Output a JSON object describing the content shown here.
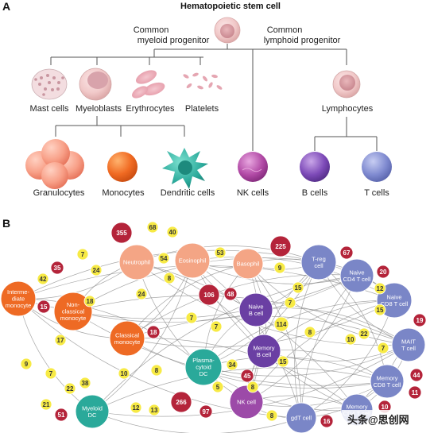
{
  "panel_a": {
    "letter": "A",
    "title": "Hematopoietic stem cell",
    "common_myeloid": [
      "Common",
      "myeloid progenitor"
    ],
    "common_lymphoid": [
      "Common",
      "lymphoid progenitor"
    ],
    "labels": {
      "mast": "Mast cells",
      "myeloblasts": "Myeloblasts",
      "erythrocytes": "Erythrocytes",
      "platelets": "Platelets",
      "lymphocytes": "Lymphocytes",
      "granulocytes": "Granulocytes",
      "monocytes": "Monocytes",
      "dendritic": "Dendritic cells",
      "nk": "NK cells",
      "bcells": "B cells",
      "tcells": "T cells"
    }
  },
  "panel_b": {
    "letter": "B",
    "nodes": [
      {
        "id": "neutrophil",
        "lines": [
          "Neutrophil"
        ],
        "color": "#f4a585",
        "r": 22
      },
      {
        "id": "eosinophil",
        "lines": [
          "Eosinophil"
        ],
        "color": "#f4a585",
        "r": 22
      },
      {
        "id": "basophil",
        "lines": [
          "Basophil"
        ],
        "color": "#f4a585",
        "r": 19
      },
      {
        "id": "intermediate",
        "lines": [
          "Interme-",
          "diate",
          "monocyte"
        ],
        "color": "#ee6a24",
        "r": 22
      },
      {
        "id": "nonclassical",
        "lines": [
          "Non-",
          "classical",
          "monocyte"
        ],
        "color": "#ee6a24",
        "r": 24
      },
      {
        "id": "classical",
        "lines": [
          "Classical",
          "monocyte"
        ],
        "color": "#ee6a24",
        "r": 22
      },
      {
        "id": "naiveb",
        "lines": [
          "Naive",
          "B cell"
        ],
        "color": "#6a3fa3",
        "r": 21
      },
      {
        "id": "memoryb",
        "lines": [
          "Memory",
          "B cell"
        ],
        "color": "#6a3fa3",
        "r": 21
      },
      {
        "id": "pdc",
        "lines": [
          "Plasma-",
          "cytoid",
          "DC"
        ],
        "color": "#2aa99a",
        "r": 23
      },
      {
        "id": "myeloiddc",
        "lines": [
          "Myeloid",
          "DC"
        ],
        "color": "#2aa99a",
        "r": 21
      },
      {
        "id": "nk",
        "lines": [
          "NK cell"
        ],
        "color": "#9c4aa8",
        "r": 21
      },
      {
        "id": "treg",
        "lines": [
          "T-reg",
          "cell"
        ],
        "color": "#7a86c7",
        "r": 22
      },
      {
        "id": "naivecd4",
        "lines": [
          "Naive",
          "CD4 T cell"
        ],
        "color": "#7a86c7",
        "r": 21
      },
      {
        "id": "naivecd8",
        "lines": [
          "Naive",
          "CD8 T cell"
        ],
        "color": "#7a86c7",
        "r": 22
      },
      {
        "id": "mait",
        "lines": [
          "MAIT",
          "T cell"
        ],
        "color": "#7a86c7",
        "r": 21
      },
      {
        "id": "memorycd8",
        "lines": [
          "Memory",
          "CD8 T cell"
        ],
        "color": "#7a86c7",
        "r": 21
      },
      {
        "id": "memorycd4",
        "lines": [
          "Memory",
          "CD4 T cell"
        ],
        "color": "#7a86c7",
        "r": 20
      },
      {
        "id": "gdt",
        "lines": [
          "gdT cell"
        ],
        "color": "#7a86c7",
        "r": 19
      }
    ],
    "red_badges": [
      "355",
      "225",
      "35",
      "67",
      "20",
      "15",
      "106",
      "48",
      "18",
      "19",
      "45",
      "44",
      "266",
      "97",
      "11",
      "51",
      "16",
      "10"
    ],
    "yellow_badges": [
      "68",
      "40",
      "7",
      "54",
      "53",
      "42",
      "24",
      "9",
      "8",
      "15",
      "18",
      "24",
      "7",
      "114",
      "12",
      "7",
      "15",
      "7",
      "8",
      "10",
      "22",
      "7",
      "17",
      "9",
      "34",
      "15",
      "7",
      "10",
      "8",
      "38",
      "22",
      "5",
      "8",
      "21",
      "12",
      "13",
      "8"
    ]
  },
  "watermark": "头条@思创网",
  "colors": {
    "red_badge": "#b4243a",
    "yellow_badge": "#f7ea45",
    "edge": "#8a8a8a"
  }
}
